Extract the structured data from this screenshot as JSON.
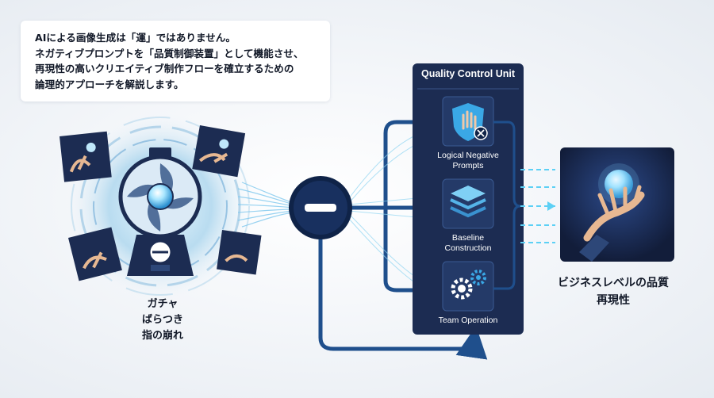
{
  "intro": {
    "lines": [
      "AIによる画像生成は「運」ではありません。",
      "ネガティブプロンプトを「品質制御装置」として機能させ、",
      "再現性の高いクリエイティブ制作フローを確立するための",
      "論理的アプローチを解説します。"
    ]
  },
  "left_labels": [
    "ガチャ",
    "ばらつき",
    "指の崩れ"
  ],
  "quality_unit": {
    "title": "Quality Control Unit",
    "steps": [
      {
        "label_1": "Logical Negative",
        "label_2": "Prompts",
        "icon": "shield-hand-icon"
      },
      {
        "label_1": "Baseline",
        "label_2": "Construction",
        "icon": "layers-icon"
      },
      {
        "label_1": "Team Operation",
        "label_2": "",
        "icon": "gears-icon"
      }
    ]
  },
  "right_labels": [
    "ビジネスレベルの品質",
    "再現性"
  ],
  "colors": {
    "navy": "#17284a",
    "panel": "#1c2c52",
    "accent": "#3aa8e6",
    "flow": "#1f4f8c",
    "cyan": "#5cd0f5"
  },
  "icons": [
    "gacha-machine-icon",
    "minus-filter-icon",
    "perfect-hand-orb-icon"
  ]
}
